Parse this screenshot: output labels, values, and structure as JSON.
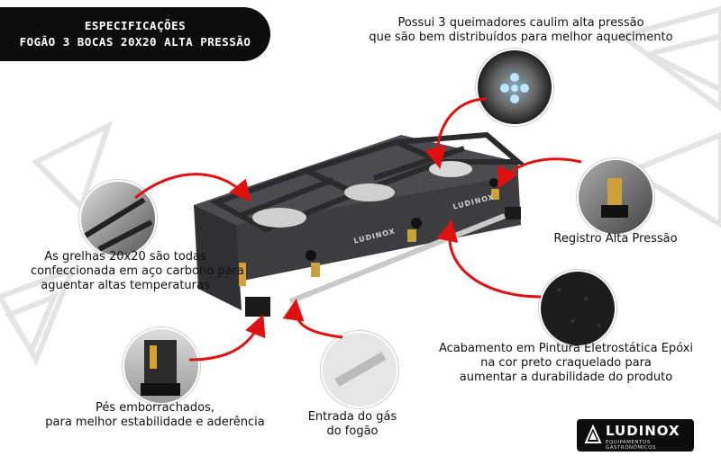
{
  "banner": {
    "line1": "ESPECIFICAÇÕES",
    "line2": "FOGÃO 3 BOCAS 20X20 ALTA PRESSÃO"
  },
  "captions": {
    "burners": [
      "Possui 3 queimadores caulim alta pressão",
      "que são bem distribuídos para melhor aquecimento"
    ],
    "grates": [
      "As grelhas 20x20 são todas",
      "confeccionada em aço carbono para",
      "aguentar altas temperaturas"
    ],
    "register": [
      "Registro Alta Pressão"
    ],
    "finish": [
      "Acabamento em Pintura Eletrostática Epóxi",
      "na cor preto craquelado para",
      "aumentar a durabilidade do produto"
    ],
    "feet": [
      "Pés emborrachados,",
      "para melhor estabilidade e aderência"
    ],
    "gas": [
      "Entrada do gás",
      "do fogão"
    ]
  },
  "brand": {
    "name": "LUDINOX",
    "tagline": "EQUIPAMENTOS GASTRONÔMICOS",
    "stove_label": "LUDINOX"
  },
  "colors": {
    "arrow": "#e01010",
    "banner_bg": "#0d0d0d",
    "stove_body": "#3b3d40"
  }
}
